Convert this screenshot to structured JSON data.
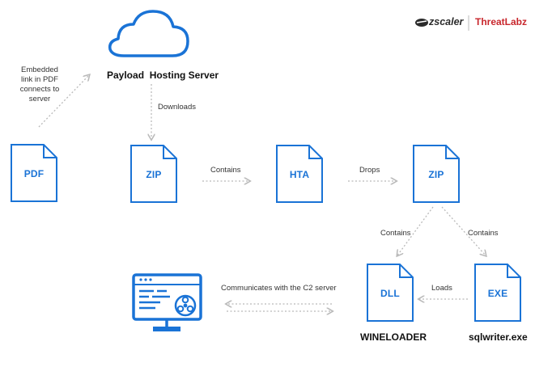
{
  "branding": {
    "zscaler": "zscaler",
    "threatlabz": "ThreatLabz"
  },
  "cloud": {
    "label": "Payload  Hosting Server"
  },
  "embedded_note": [
    "Embedded",
    "link in PDF",
    "connects to",
    "server"
  ],
  "files": {
    "pdf": "PDF",
    "zip1": "ZIP",
    "hta": "HTA",
    "zip2": "ZIP",
    "dll": "DLL",
    "exe": "EXE"
  },
  "edges": {
    "downloads": "Downloads",
    "zip_contains_hta": "Contains",
    "hta_drops_zip": "Drops",
    "zip_contains_dll": "Contains",
    "zip_contains_exe": "Contains",
    "exe_loads_dll": "Loads",
    "c2": "Communicates with the C2 server"
  },
  "names": {
    "dll": "WINELOADER",
    "exe": "sqlwriter.exe"
  },
  "colors": {
    "blue": "#1a73d6",
    "arrow": "#b9b9b9",
    "text": "#1b1b1b",
    "brand_red": "#c8262c"
  },
  "icons": {
    "cloud": "cloud-icon",
    "computer": "biohazard-monitor-icon"
  }
}
